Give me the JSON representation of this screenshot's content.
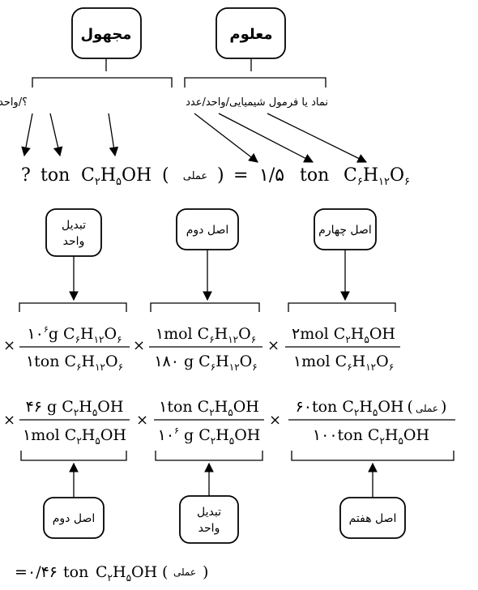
{
  "top_boxes": {
    "unknown": "مجهول",
    "known": "معلوم"
  },
  "left_label": "؟/واحد/نماد یا فرمول شیمیایی = ",
  "right_label": "نماد یا فرمول شیمیایی/واحد/عدد",
  "equation": {
    "q": "?",
    "ton1": "ton",
    "c1": "C",
    "c1s": "۲",
    "h1": "H",
    "h1s": "۵",
    "oh1": "OH",
    "open1": "(",
    "actual1": "عملی",
    "close1": ")",
    "eq": "=",
    "amount": "۱/۵",
    "ton2": "ton",
    "c2": "C",
    "c2s": "۶",
    "h2": "H",
    "h2s": "۱۲",
    "o2": "O",
    "o2s": "۶"
  },
  "rule_boxes_top": [
    {
      "line1": "تبدیل",
      "line2": "واحد"
    },
    {
      "line1": "اصل دوم"
    },
    {
      "line1": "اصل چهارم"
    }
  ],
  "times": "×",
  "row1": [
    {
      "num": [
        "۱۰",
        "۶",
        "g C",
        "۶",
        "H",
        "۱۲",
        "O",
        "۶"
      ],
      "den": [
        "۱ton C",
        "۶",
        "H",
        "۱۲",
        "O",
        "۶"
      ]
    },
    {
      "num": [
        "۱mol C",
        "۶",
        "H",
        "۱۲",
        "O",
        "۶"
      ],
      "den": [
        "۱۸۰ g C",
        "۶",
        "H",
        "۱۲",
        "O",
        "۶"
      ]
    },
    {
      "num": [
        "۲mol C",
        "۲",
        "H",
        "۵",
        "OH"
      ],
      "den": [
        "۱mol C",
        "۶",
        "H",
        "۱۲",
        "O",
        "۶"
      ]
    }
  ],
  "row2": [
    {
      "num": [
        "۴۶ g C",
        "۲",
        "H",
        "۵",
        "OH"
      ],
      "den": [
        "۱mol C",
        "۲",
        "H",
        "۵",
        "OH"
      ]
    },
    {
      "num": [
        "۱ton C",
        "۲",
        "H",
        "۵",
        "OH"
      ],
      "den": [
        "۱۰",
        "۶",
        " g C",
        "۲",
        "H",
        "۵",
        "OH"
      ]
    },
    {
      "num": [
        "۶۰ton C",
        "۲",
        "H",
        "۵",
        "OH",
        "(",
        "عملی",
        ")"
      ],
      "den": [
        "۱۰۰ton C",
        "۲",
        "H",
        "۵",
        "OH"
      ]
    }
  ],
  "rule_boxes_bottom": [
    {
      "line1": "اصل دوم"
    },
    {
      "line1": "تبدیل",
      "line2": "واحد"
    },
    {
      "line1": "اصل هفتم"
    }
  ],
  "answer": {
    "eq": "=",
    "value": "۰/۴۶",
    "ton": "ton",
    "c": "C",
    "cs": "۲",
    "h": "H",
    "hs": "۵",
    "oh": "OH",
    "open": "(",
    "actual": "عملی",
    "close": ")"
  }
}
